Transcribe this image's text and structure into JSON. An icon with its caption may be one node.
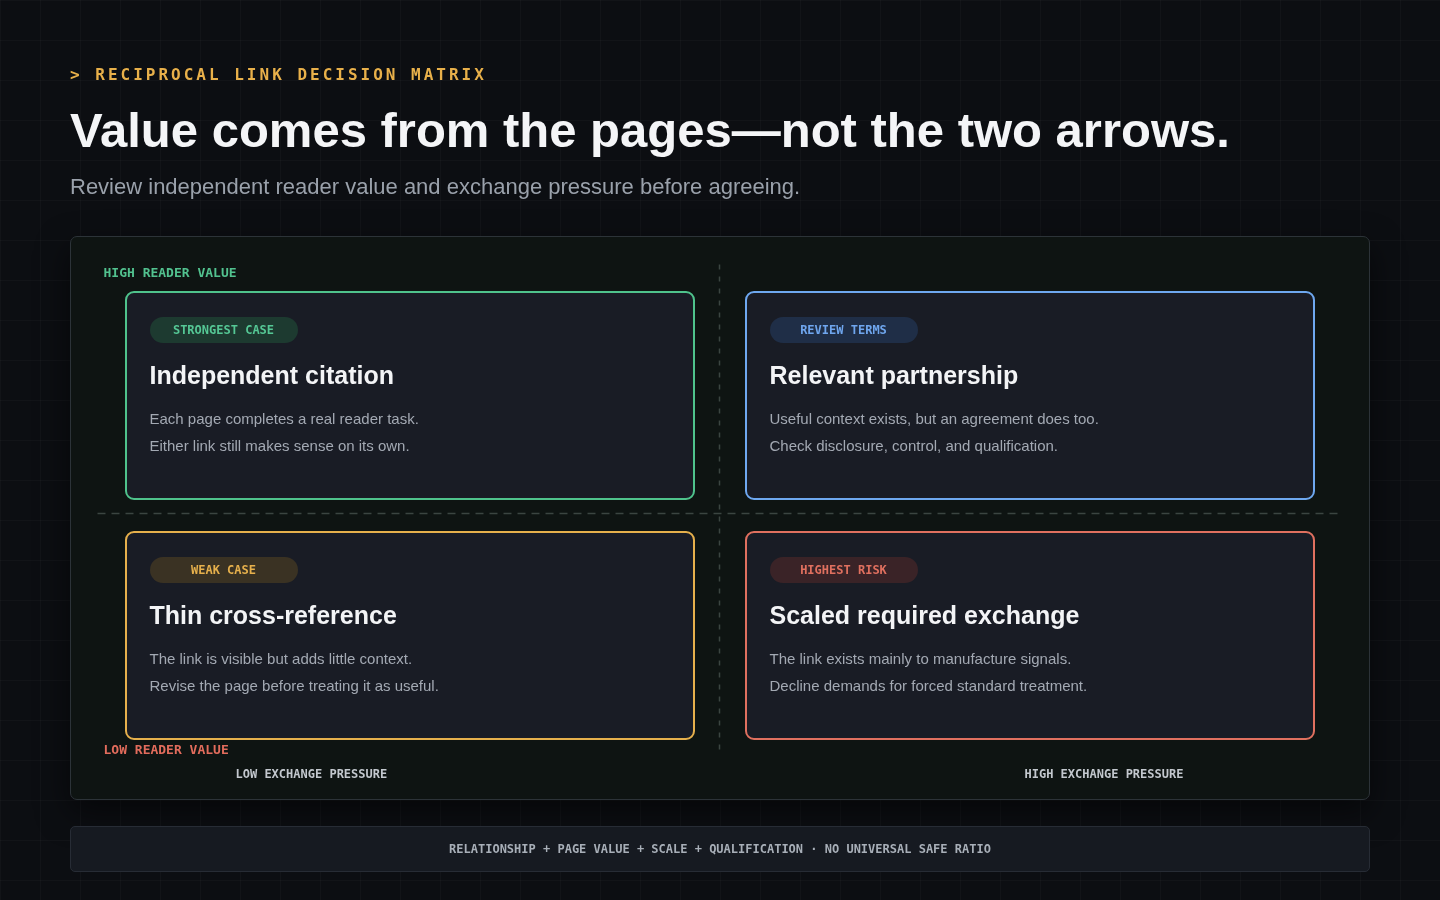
{
  "diagram": {
    "title": "Value comes from the pages—not the two arrows.",
    "nodes": [
      {
        "text": [
          "HIGH READER VALUE",
          "LOW READER VALUE",
          "LOW EXCHANGE PRESSURE",
          "HIGH EXCHANGE PRESSURE"
        ]
      },
      {
        "text": [
          "Independent citation",
          "Each page completes a real reader task.",
          "Either link still makes sense on its own."
        ],
        "in": 0
      },
      {
        "text": [
          "STRONGEST CASE"
        ],
        "in": 1
      },
      {
        "text": [
          "Relevant partnership",
          "Useful context exists, but an agreement does too.",
          "Check disclosure, control, and qualification."
        ],
        "in": 0
      },
      {
        "text": [
          "REVIEW TERMS"
        ],
        "in": 3
      },
      {
        "text": [
          "Thin cross-reference",
          "The link is visible but adds little context.",
          "Revise the page before treating it as useful."
        ],
        "in": 0
      },
      {
        "text": [
          "WEAK CASE"
        ],
        "in": 5
      },
      {
        "text": [
          "Scaled required exchange",
          "The link exists mainly to manufacture signals.",
          "Decline demands for forced standard treatment."
        ],
        "in": 0
      },
      {
        "text": [
          "HIGHEST RISK"
        ],
        "in": 7
      },
      {
        "text": [
          "RELATIONSHIP + PAGE VALUE + SCALE + QUALIFICATION · NO UNIVERSAL SAFE RATIO"
        ]
      }
    ],
    "labels": [
      "> RECIPROCAL LINK DECISION MATRIX",
      "Review independent reader value and exchange pressure before agreeing."
    ]
  }
}
